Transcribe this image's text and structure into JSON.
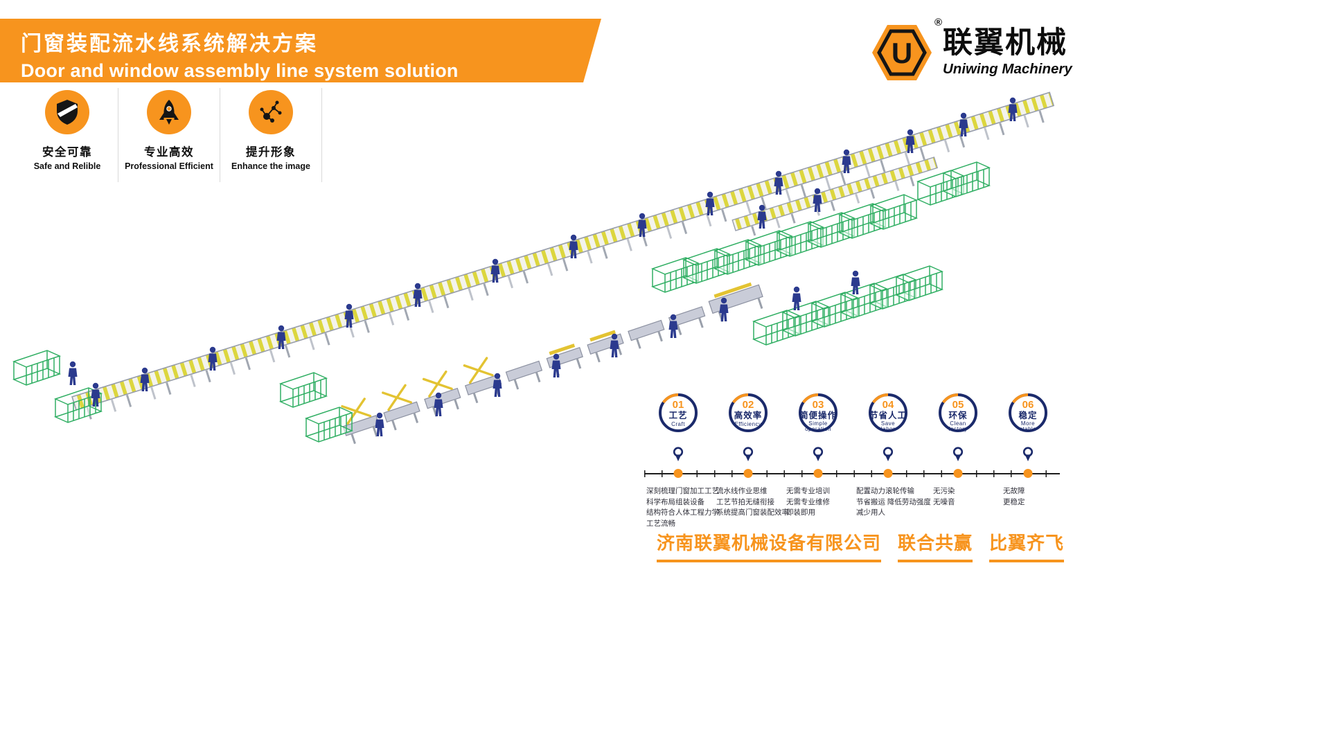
{
  "banner": {
    "title_zh": "门窗装配流水线系统解决方案",
    "title_en": "Door and window assembly line system solution"
  },
  "logo": {
    "letter": "U",
    "registered_mark": "®",
    "brand_zh": "联翼机械",
    "brand_en": "Uniwing Machinery"
  },
  "features": [
    {
      "icon": "shield-icon",
      "label_zh": "安全可靠",
      "label_en": "Safe and Relible"
    },
    {
      "icon": "rocket-icon",
      "label_zh": "专业高效",
      "label_en": "Professional Efficient"
    },
    {
      "icon": "molecule-icon",
      "label_zh": "提升形象",
      "label_en": "Enhance the image"
    }
  ],
  "timeline": {
    "items": [
      {
        "number": "01",
        "label_zh": "工艺",
        "en1": "Craft",
        "details": [
          "深刻梳理门窗加工工艺",
          "科学布局组装设备",
          "结构符合人体工程力学",
          "工艺流畅"
        ]
      },
      {
        "number": "02",
        "label_zh": "高效率",
        "en1": "Efficiency",
        "details": [
          "流水线作业思维",
          "工艺节拍无缝衔接",
          "系统提高门窗装配效率"
        ]
      },
      {
        "number": "03",
        "label_zh": "简便操作",
        "en1": "Simple",
        "en2": "operation",
        "details": [
          "无需专业培训",
          "无需专业维修",
          "即装即用"
        ]
      },
      {
        "number": "04",
        "label_zh": "节省人工",
        "en1": "Save",
        "en2": "labor",
        "details": [
          "配置动力滚轮传输",
          "节省搬运 降低劳动强度",
          "减少用人"
        ]
      },
      {
        "number": "05",
        "label_zh": "环保",
        "en1": "Clean",
        "en2": "factory",
        "details": [
          "无污染",
          "无噪音"
        ]
      },
      {
        "number": "06",
        "label_zh": "稳定",
        "en1": "More",
        "en2": "stable",
        "details": [
          "无故障",
          "更稳定"
        ]
      }
    ]
  },
  "footer": {
    "company": "济南联翼机械设备有限公司",
    "slogan_1": "联合共赢",
    "slogan_2": "比翼齐飞"
  },
  "colors": {
    "accent_orange": "#F7941E",
    "navy": "#1B2A6B",
    "rack_green": "#2FAE62",
    "worker_blue": "#2B3A8E",
    "roller_yellow": "#DCD63E"
  }
}
